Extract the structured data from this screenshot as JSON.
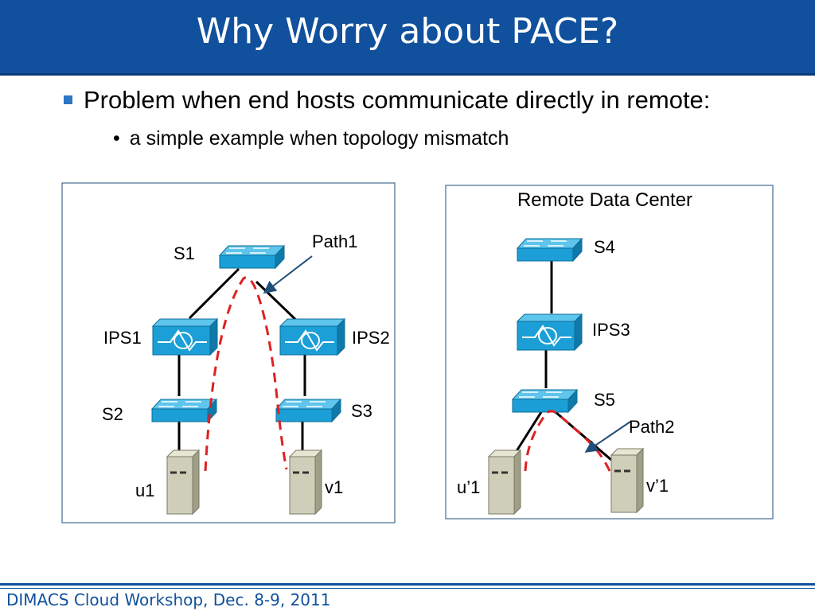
{
  "slide": {
    "title": "Why Worry about PACE?",
    "bullet_main": "Problem when end hosts communicate directly in remote:",
    "bullet_sub": "a simple example when topology mismatch",
    "footer": "DIMACS Cloud Workshop, Dec. 8-9, 2011"
  },
  "left_diagram": {
    "nodes": {
      "s1": "S1",
      "ips1": "IPS1",
      "ips2": "IPS2",
      "s2": "S2",
      "s3": "S3",
      "u1": "u1",
      "v1": "v1"
    },
    "path_label": "Path1"
  },
  "right_diagram": {
    "title": "Remote Data Center",
    "nodes": {
      "s4": "S4",
      "ips3": "IPS3",
      "s5": "S5",
      "u1p": "u’1",
      "v1p": "v’1"
    },
    "path_label": "Path2"
  },
  "colors": {
    "header": "#10509c",
    "device": "#1ba1d8",
    "path": "#e02020",
    "server": "#c9c9b4"
  }
}
